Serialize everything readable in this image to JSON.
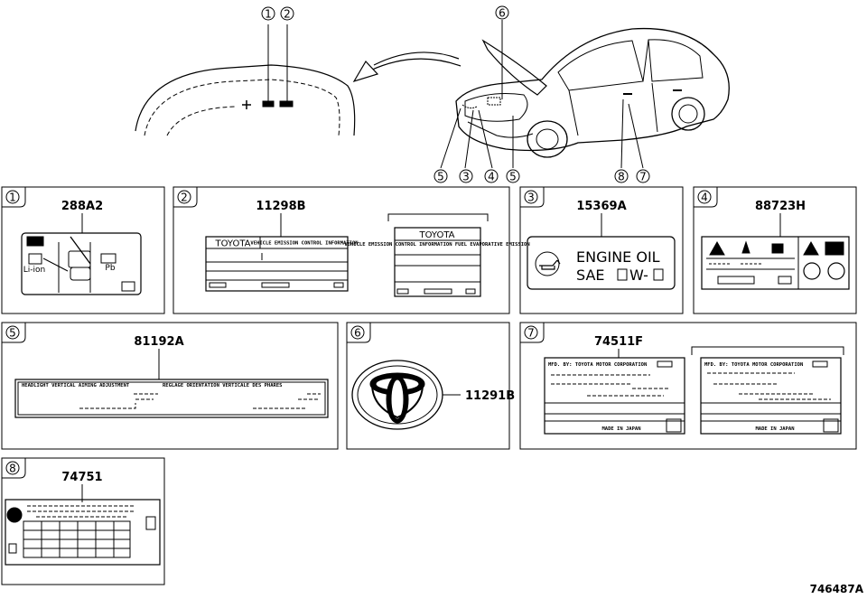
{
  "diagram_id": "746487A",
  "callouts": [
    "1",
    "2",
    "3",
    "4",
    "5",
    "6",
    "7",
    "8"
  ],
  "panels": [
    {
      "num": "1",
      "part": "288A2",
      "texts": {
        "li": "Li-ion",
        "pb": "Pb"
      }
    },
    {
      "num": "2",
      "part": "11298B",
      "texts": {
        "brand": "TOYOTA",
        "brand2": "TOYOTA",
        "header": "VEHICLE EMISSION CONTROL INFORMATION",
        "header2": "VEHICLE EMISSION CONTROL INFORMATION FUEL EVAPORATIVE EMISSION"
      }
    },
    {
      "num": "3",
      "part": "15369A",
      "texts": {
        "line1": "ENGINE OIL",
        "line2a": "SAE",
        "line2b": "W-"
      }
    },
    {
      "num": "4",
      "part": "88723H",
      "texts": {}
    },
    {
      "num": "5",
      "part": "81192A",
      "texts": {
        "left": "HEADLIGHT VERTICAL AIMING ADJUSTMENT",
        "right": "REGLAGE ORIENTATION VERTICALE DES PHARES"
      }
    },
    {
      "num": "6",
      "part": "11291B",
      "texts": {}
    },
    {
      "num": "7",
      "part": "74511F",
      "texts": {
        "mfd1": "MFD. BY: TOYOTA MOTOR CORPORATION",
        "mfd2": "MFD. BY: TOYOTA MOTOR CORPORATION",
        "made1": "MADE IN JAPAN",
        "made2": "MADE IN JAPAN"
      }
    },
    {
      "num": "8",
      "part": "74751",
      "texts": {}
    }
  ]
}
